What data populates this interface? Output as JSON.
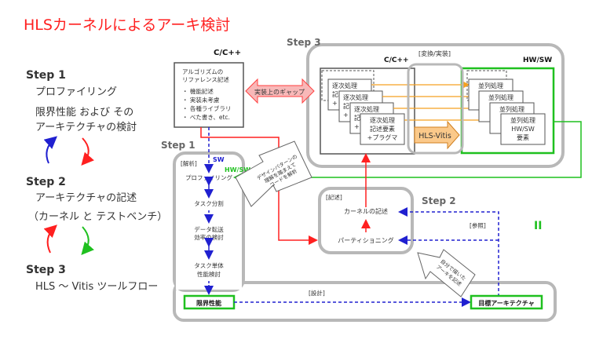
{
  "title": "HLSカーネルによるアーキ検討",
  "left_steps": {
    "step1": {
      "label": "Step 1",
      "line1": "プロファイリング",
      "line2": "限界性能 および その",
      "line3": "アーキテクチャの検討"
    },
    "step2": {
      "label": "Step 2",
      "line1": "アーキテクチャの記述",
      "line2": "（カーネル と テストベンチ）"
    },
    "step3": {
      "label": "Step 3",
      "line1": "HLS ～ Vitis ツールフロー"
    }
  },
  "reference": {
    "header": "C/C++",
    "lines": [
      "アルゴリズムの",
      "リファレンス記述",
      "・ 機能記述",
      "・ 実装未考慮",
      "・ 各種ライブラリ",
      "・ べた書き、etc."
    ]
  },
  "gap_label": "実装上のギャップ",
  "step3_box": {
    "label": "Step 3",
    "cpp_header": "C/C++",
    "convert_label": "[変換/実装]",
    "hwsw_header": "HW/SW",
    "sequential": [
      "逐次処理",
      "記述要素",
      "+プラグマ"
    ],
    "sequential_partial": [
      "記",
      "+"
    ],
    "tool": "HLS-Vitis",
    "parallel": [
      "並列処理",
      "HW/SW",
      "要素"
    ]
  },
  "step1_box": {
    "label": "Step 1",
    "section": "[解析]",
    "sw_label": "SW",
    "hwsw_label": "HW/SW",
    "items": [
      "プロファイリング",
      "タスク分割",
      "データ転送",
      "効率の検討",
      "タスク単体",
      "性能検討"
    ]
  },
  "callout_analysis": [
    "デザインパターンの",
    "理解を踏まえて",
    "コードを解析"
  ],
  "step2_box": {
    "label": "Step 2",
    "section": "[記述]",
    "items": [
      "カーネルの記述",
      "パーティショニング"
    ]
  },
  "reference_label": "[参照]",
  "equal_mark": "II",
  "callout_arch": [
    "自分で描いた",
    "アーキを記述"
  ],
  "bottom": {
    "design_label": "[設計]",
    "limit": "限界性能",
    "target": "目標アーキテクチャ"
  },
  "colors": {
    "title": "#ff2020",
    "green": "#1fc01f",
    "blue": "#2020d0",
    "red": "#ff2020",
    "gray": "#b0b0b0",
    "orange": "#f5a020",
    "hls_fill": "#fbc98a"
  }
}
